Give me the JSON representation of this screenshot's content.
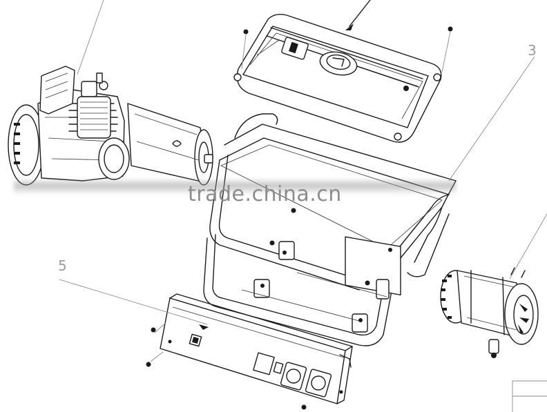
{
  "diagram": {
    "callouts": [
      {
        "id": "callout-3",
        "text": "3"
      },
      {
        "id": "callout-5",
        "text": "5"
      }
    ],
    "watermark": "trade.china.cn",
    "parts": [
      "engine-assembly",
      "fuel-tank",
      "frame",
      "alternator",
      "control-panel"
    ]
  },
  "colors": {
    "line": "#1a1a1a",
    "leader": "#8a8a8a",
    "watermark": "#8c8c8c",
    "background": "#ffffff"
  }
}
